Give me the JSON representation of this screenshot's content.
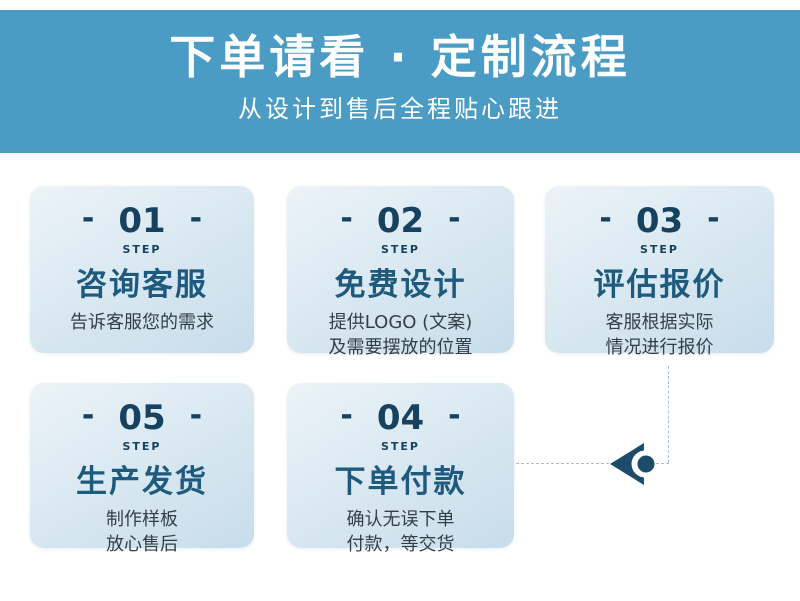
{
  "header": {
    "title": "下单请看 · 定制流程",
    "subtitle": "从设计到售后全程贴心跟进",
    "bg_color": "#4a9cc4",
    "text_color": "#ffffff"
  },
  "ui": {
    "dash": "-"
  },
  "steps": [
    {
      "number": "01",
      "step_label": "STEP",
      "title": "咨询客服",
      "desc_lines": [
        "告诉客服您的需求"
      ]
    },
    {
      "number": "02",
      "step_label": "STEP",
      "title": "免费设计",
      "desc_lines": [
        "提供LOGO (文案)",
        "及需要摆放的位置"
      ]
    },
    {
      "number": "03",
      "step_label": "STEP",
      "title": "评估报价",
      "desc_lines": [
        "客服根据实际",
        "情况进行报价"
      ]
    },
    {
      "number": "05",
      "step_label": "STEP",
      "title": "生产发货",
      "desc_lines": [
        "制作样板",
        "放心售后"
      ]
    },
    {
      "number": "04",
      "step_label": "STEP",
      "title": "下单付款",
      "desc_lines": [
        "确认无误下单",
        "付款，等交货"
      ]
    }
  ],
  "flow": {
    "order": [
      "01",
      "02",
      "03",
      "04",
      "05"
    ],
    "connector_style": "dashed",
    "connector_color": "#a3c2d3",
    "arrow_color": "#1d4c6a",
    "arrow_direction": "left"
  },
  "colors": {
    "card_gradient_start": "#ecf3f8",
    "card_gradient_end": "#c7ddeb",
    "number_color": "#17425f",
    "title_color": "#1d5a7d",
    "desc_color": "#333f47"
  }
}
